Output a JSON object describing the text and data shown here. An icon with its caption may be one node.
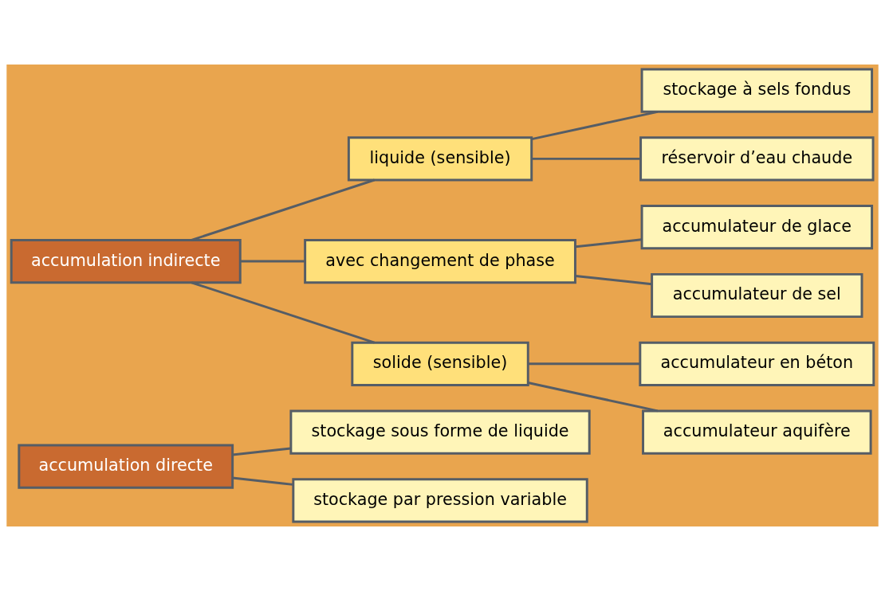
{
  "diagram": {
    "nodes": [
      {
        "text": [
          "accumulation directe"
        ]
      },
      {
        "text": [
          "stockage sous forme de liquide"
        ]
      },
      {
        "text": [
          "stockage par pression variable"
        ]
      },
      {
        "text": [
          "accumulation indirecte"
        ]
      },
      {
        "text": [
          "liquide (sensible)"
        ]
      },
      {
        "text": [
          "stockage à sels fondus"
        ]
      },
      {
        "text": [
          "réservoir d’eau chaude"
        ]
      },
      {
        "text": [
          "avec changement de phase"
        ]
      },
      {
        "text": [
          "solide (sensible)"
        ]
      },
      {
        "text": [
          "accumulateur de glace"
        ]
      },
      {
        "text": [
          "accumulateur de sel"
        ]
      },
      {
        "text": [
          "accumulateur en béton"
        ]
      },
      {
        "text": [
          "accumulateur aquifère"
        ]
      }
    ],
    "edges": [
      {
        "from": 0,
        "to": 1,
        "arrow": "none"
      },
      {
        "from": 0,
        "to": 2,
        "arrow": "none"
      },
      {
        "from": 3,
        "to": 4,
        "arrow": "none"
      },
      {
        "from": 3,
        "to": 7,
        "arrow": "none"
      },
      {
        "from": 3,
        "to": 8,
        "arrow": "none"
      },
      {
        "from": 4,
        "to": 5,
        "arrow": "none"
      },
      {
        "from": 4,
        "to": 6,
        "arrow": "none"
      },
      {
        "from": 7,
        "to": 9,
        "arrow": "none"
      },
      {
        "from": 7,
        "to": 10,
        "arrow": "none"
      },
      {
        "from": 8,
        "to": 11,
        "arrow": "none"
      },
      {
        "from": 8,
        "to": 12,
        "arrow": "none"
      }
    ]
  }
}
